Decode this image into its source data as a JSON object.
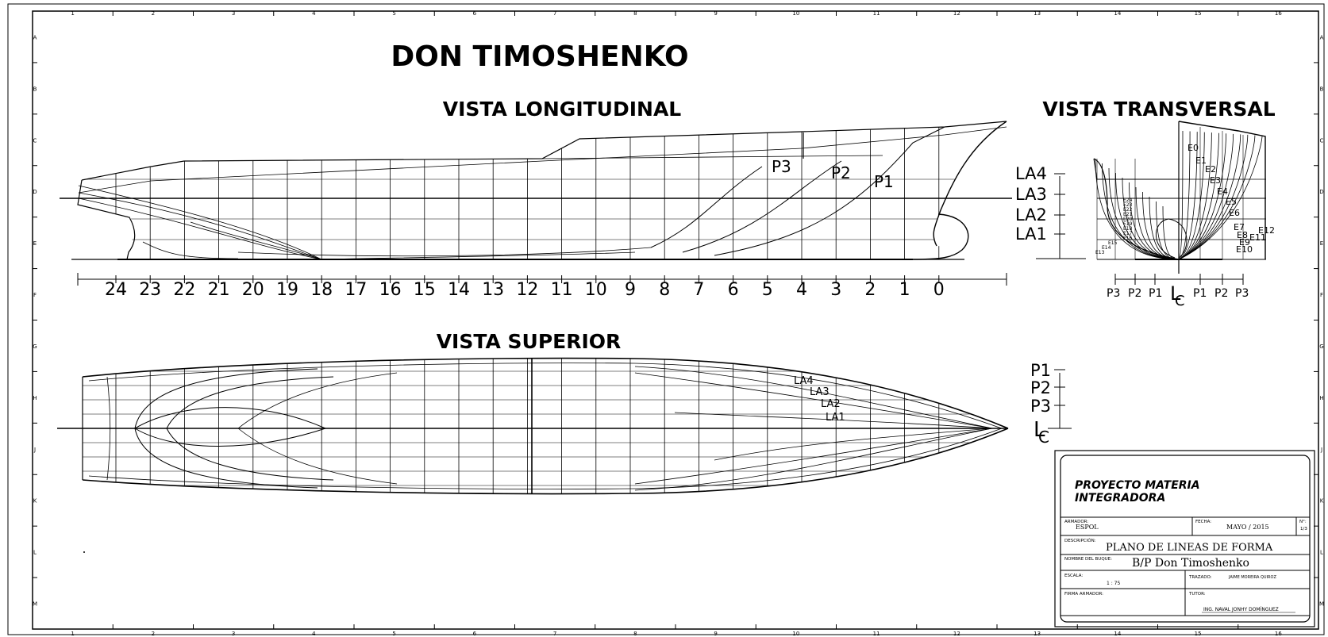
{
  "title": "DON TIMOSHENKO",
  "views": {
    "longitudinal": "VISTA LONGITUDINAL",
    "transversal": "VISTA TRANSVERSAL",
    "superior": "VISTA SUPERIOR"
  },
  "border": {
    "columns": [
      "1",
      "2",
      "3",
      "4",
      "5",
      "6",
      "7",
      "8",
      "9",
      "10",
      "11",
      "12",
      "13",
      "14",
      "15",
      "16"
    ],
    "rows": [
      "A",
      "B",
      "C",
      "D",
      "E",
      "F",
      "G",
      "H",
      "J",
      "K",
      "L",
      "M"
    ]
  },
  "stations": [
    "24",
    "23",
    "22",
    "21",
    "20",
    "19",
    "18",
    "17",
    "16",
    "15",
    "14",
    "13",
    "12",
    "11",
    "10",
    "9",
    "8",
    "7",
    "6",
    "5",
    "4",
    "3",
    "2",
    "1",
    "0"
  ],
  "waterlines": [
    "LA4",
    "LA3",
    "LA2",
    "LA1"
  ],
  "buttocks": [
    "P1",
    "P2",
    "P3"
  ],
  "centerline_symbol": "L",
  "centerline_subscript": "C",
  "transverse_stations": {
    "fore": [
      "E0",
      "E1",
      "E2",
      "E3",
      "E4",
      "E5",
      "E6",
      "E7",
      "E8",
      "E9",
      "E10",
      "E11",
      "E12"
    ],
    "aft": [
      "E13",
      "E14",
      "E15",
      "E16",
      "E17",
      "E18",
      "E19",
      "E20",
      "E21",
      "E22",
      "E23",
      "E24"
    ]
  },
  "transverse_buttocks": [
    "P3",
    "P2",
    "P1",
    "P1",
    "P2",
    "P3"
  ],
  "plan_waterlines": [
    "LA4",
    "LA3",
    "LA2",
    "LA1"
  ],
  "plan_buttocks": [
    "P3",
    "P2",
    "P1"
  ],
  "title_block": {
    "project_line1": "PROYECTO MATERIA",
    "project_line2": "INTEGRADORA",
    "armador_label": "ARMADOR:",
    "armador_value": "ESPOL",
    "fecha_label": "FECHA:",
    "fecha_value": "MAYO / 2015",
    "no_label": "N°:",
    "no_value": "1/3",
    "descripcion_label": "DESCRIPCIÓN:",
    "descripcion_value": "PLANO DE LINEAS DE FORMA",
    "nombre_label": "NOMBRE DEL BUQUE:",
    "nombre_value": "B/P Don Timoshenko",
    "escala_label": "ESCALA:",
    "escala_value": "1 : 75",
    "trazado_label": "TRAZADO:",
    "trazado_value": "JAIME MOREIRA QUIROZ",
    "firma_label": "FIRMA ARMADOR:",
    "tutor_label": "TUTOR:",
    "tutor_value": "ING. NAVAL JONHY DOMÍNGUEZ"
  }
}
